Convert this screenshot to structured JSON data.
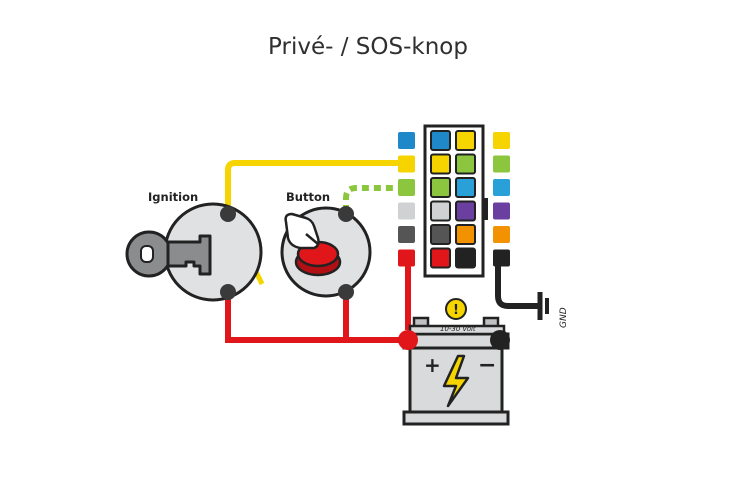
{
  "title": "Privé- / SOS-knop",
  "labels": {
    "ignition": "Ignition",
    "button": "Button",
    "battery_voltage": "10-30 volt",
    "ground": "GND",
    "plus": "+",
    "minus": "−",
    "warning": "!"
  },
  "colors": {
    "wire_yellow": "#f5d400",
    "wire_red": "#e0161b",
    "wire_green": "#8cc63f",
    "wire_black": "#222222",
    "battery": "#d8dadb",
    "button_red": "#e0161b",
    "switch_body": "#dfe1e2"
  },
  "connector_pin_colors": {
    "left_column": [
      "#1f88c9",
      "#f5d400",
      "#8cc63f",
      "#cfd1d2",
      "#555555",
      "#e0161b"
    ],
    "right_column": [
      "#f5d400",
      "#8cc63f",
      "#2aa0d8",
      "#6a3fa0",
      "#f29200",
      "#222222"
    ]
  },
  "icons": [
    "key-icon",
    "hand-pointer-icon",
    "lightning-icon",
    "warning-icon",
    "ground-symbol-icon"
  ]
}
